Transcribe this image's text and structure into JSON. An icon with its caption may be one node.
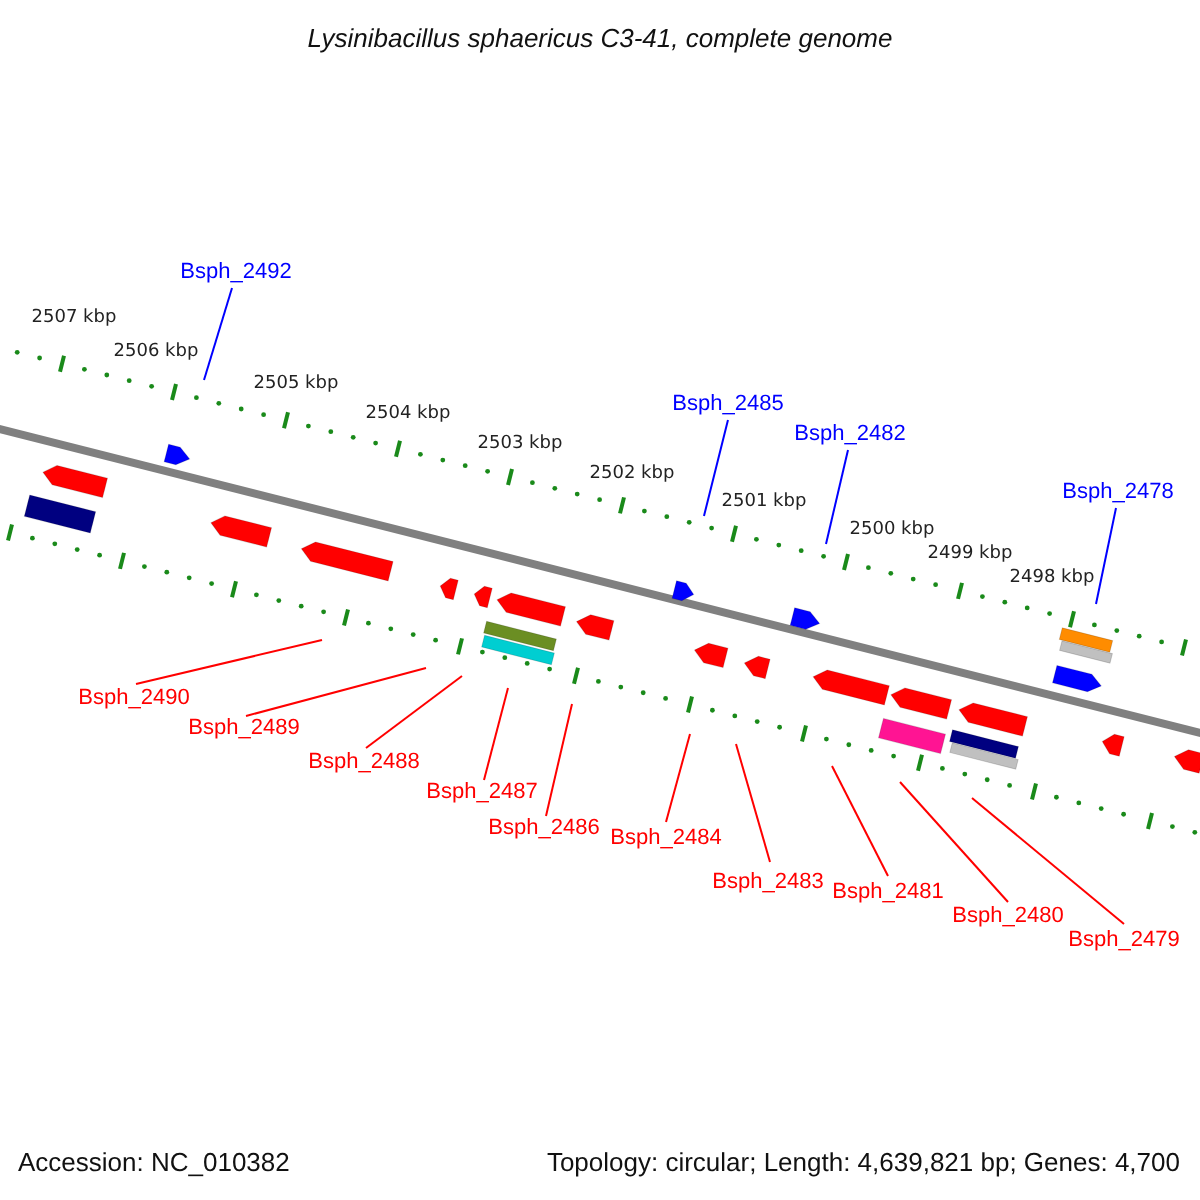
{
  "diagram": {
    "title": "Lysinibacillus sphaericus C3-41, complete genome",
    "nodes": [
      {
        "text": [
          "Bsph_2492"
        ]
      },
      {
        "text": [
          "Bsph_2485"
        ]
      },
      {
        "text": [
          "Bsph_2482"
        ]
      },
      {
        "text": [
          "Bsph_2478"
        ]
      },
      {
        "text": [
          "Bsph_2490"
        ]
      },
      {
        "text": [
          "Bsph_2489"
        ]
      },
      {
        "text": [
          "Bsph_2488"
        ]
      },
      {
        "text": [
          "Bsph_2487"
        ]
      },
      {
        "text": [
          "Bsph_2486"
        ]
      },
      {
        "text": [
          "Bsph_2484"
        ]
      },
      {
        "text": [
          "Bsph_2483"
        ]
      },
      {
        "text": [
          "Bsph_2481"
        ]
      },
      {
        "text": [
          "Bsph_2480"
        ]
      },
      {
        "text": [
          "Bsph_2479"
        ]
      }
    ],
    "edges": [
      {
        "from": 0,
        "to": null,
        "arrow": "none",
        "color": "#0000ff"
      },
      {
        "from": 1,
        "to": null,
        "arrow": "none",
        "color": "#0000ff"
      },
      {
        "from": 2,
        "to": null,
        "arrow": "none",
        "color": "#0000ff"
      },
      {
        "from": 3,
        "to": null,
        "arrow": "none",
        "color": "#0000ff"
      },
      {
        "from": 4,
        "to": null,
        "arrow": "none"
      },
      {
        "from": 5,
        "to": null,
        "arrow": "none"
      },
      {
        "from": 6,
        "to": null,
        "arrow": "none"
      },
      {
        "from": 7,
        "to": null,
        "arrow": "none"
      },
      {
        "from": 8,
        "to": null,
        "arrow": "none"
      },
      {
        "from": 9,
        "to": null,
        "arrow": "none"
      },
      {
        "from": 10,
        "to": null,
        "arrow": "none"
      },
      {
        "from": 11,
        "to": null,
        "arrow": "none"
      },
      {
        "from": 12,
        "to": null,
        "arrow": "none"
      },
      {
        "from": 13,
        "to": null,
        "arrow": "none"
      }
    ],
    "labels": [
      "2507 kbp",
      "2506 kbp",
      "2505 kbp",
      "2504 kbp",
      "2503 kbp",
      "2502 kbp",
      "2501 kbp",
      "2500 kbp",
      "2499 kbp",
      "2498 kbp",
      "Accession: NC_010382",
      "Topology: circular; Length: 4,639,821 bp; Genes: 4,700"
    ]
  }
}
